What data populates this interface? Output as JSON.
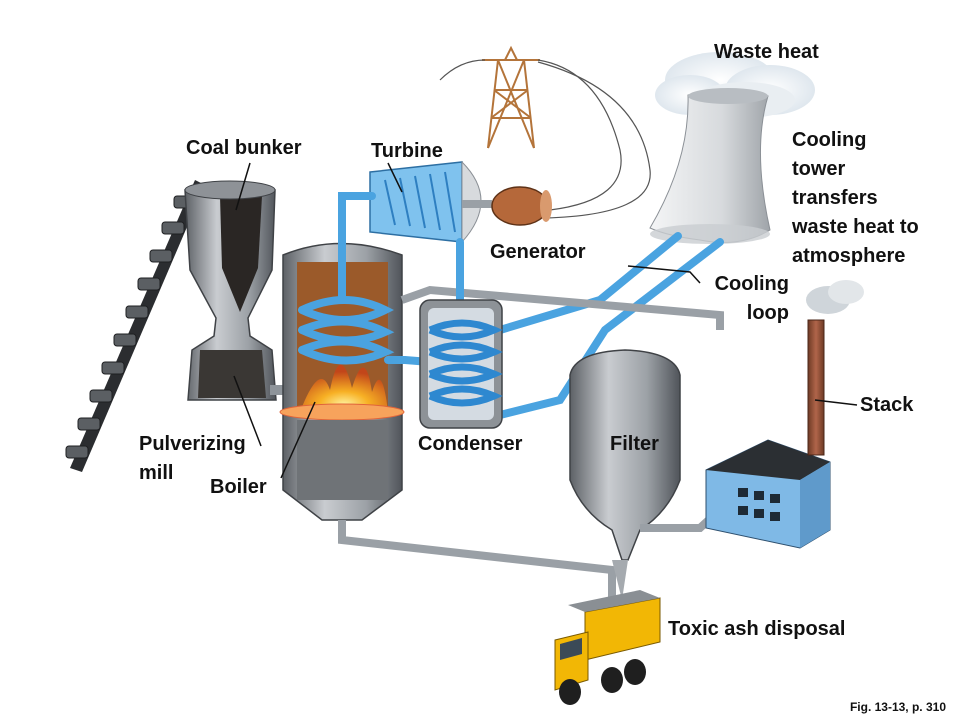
{
  "labels": {
    "waste_heat": "Waste heat",
    "coal_bunker": "Coal bunker",
    "turbine": "Turbine",
    "cooling_tower": [
      "Cooling",
      "tower",
      "transfers",
      "waste heat to",
      "atmosphere"
    ],
    "generator": "Generator",
    "cooling_loop": [
      "Cooling",
      "loop"
    ],
    "stack": "Stack",
    "pulverizing_mill": [
      "Pulverizing",
      "mill"
    ],
    "boiler": "Boiler",
    "condenser": "Condenser",
    "filter": "Filter",
    "toxic_ash_disposal": "Toxic ash disposal"
  },
  "caption": "Fig. 13-13, p. 310",
  "colors": {
    "steam_pipe": "#4aa3e0",
    "flue_pipe": "#9aa0a6",
    "fire": "#f39a1e",
    "building": "#7fb9e6",
    "truck": "#f2b705"
  }
}
